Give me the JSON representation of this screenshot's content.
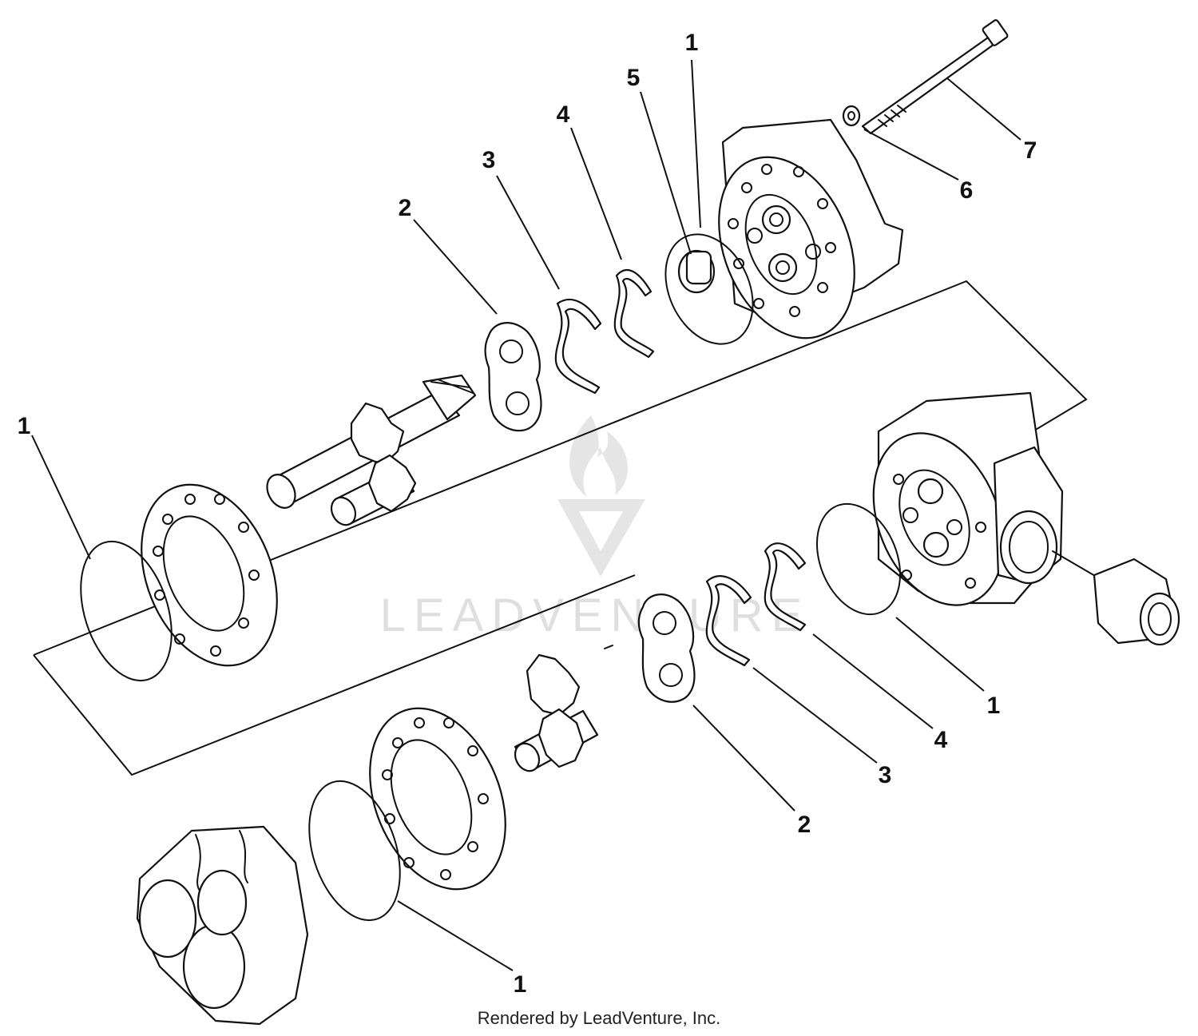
{
  "diagram": {
    "callouts": [
      {
        "id": "c1a",
        "text": "1"
      },
      {
        "id": "c5",
        "text": "5"
      },
      {
        "id": "c4a",
        "text": "4"
      },
      {
        "id": "c3a",
        "text": "3"
      },
      {
        "id": "c2a",
        "text": "2"
      },
      {
        "id": "c7",
        "text": "7"
      },
      {
        "id": "c6",
        "text": "6"
      },
      {
        "id": "c1b",
        "text": "1"
      },
      {
        "id": "c1c",
        "text": "1"
      },
      {
        "id": "c4b",
        "text": "4"
      },
      {
        "id": "c3b",
        "text": "3"
      },
      {
        "id": "c2b",
        "text": "2"
      },
      {
        "id": "c1d",
        "text": "1"
      }
    ]
  },
  "watermark": {
    "text": "LEADVENTURE",
    "color": "#dcdcdc"
  },
  "footer": {
    "text": "Rendered by LeadVenture, Inc."
  },
  "colors": {
    "line": "#111111",
    "background": "#ffffff"
  }
}
